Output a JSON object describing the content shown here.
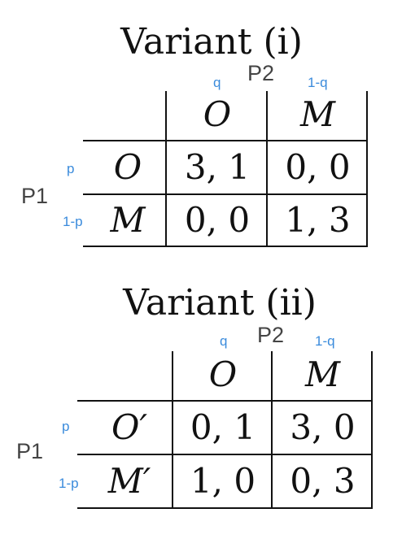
{
  "games": [
    {
      "title": "Variant (i)",
      "column_player": "P2",
      "row_player": "P1",
      "column_probabilities": [
        "q",
        "1-q"
      ],
      "row_probabilities": [
        "p",
        "1-p"
      ],
      "column_strategies": [
        "O",
        "M"
      ],
      "row_strategies": [
        "O",
        "M"
      ],
      "payoffs": [
        [
          "3, 1",
          "0, 0"
        ],
        [
          "0, 0",
          "1, 3"
        ]
      ]
    },
    {
      "title": "Variant (ii)",
      "column_player": "P2",
      "row_player": "P1",
      "column_probabilities": [
        "q",
        "1-q"
      ],
      "row_probabilities": [
        "p",
        "1-p"
      ],
      "column_strategies": [
        "O",
        "M"
      ],
      "row_strategies": [
        "O′",
        "M′"
      ],
      "payoffs": [
        [
          "0, 1",
          "3, 0"
        ],
        [
          "1, 0",
          "0, 3"
        ]
      ]
    }
  ],
  "colors": {
    "ink": "#111111",
    "player_label": "#444444",
    "probability": "#3a8bdc"
  }
}
